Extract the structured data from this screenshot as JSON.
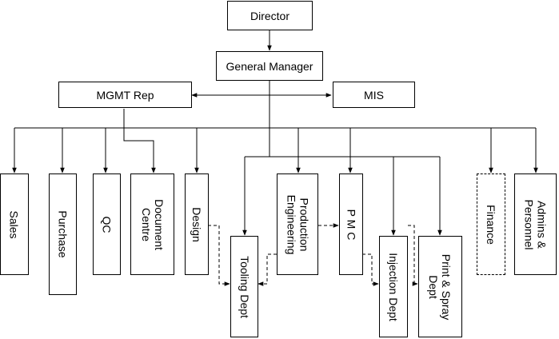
{
  "diagram": {
    "top": {
      "director": "Director",
      "general_manager": "General Manager",
      "mgmt_rep": "MGMT Rep",
      "mis": "MIS"
    },
    "departments": {
      "sales": "Sales",
      "purchase": "Purchase",
      "qc": "QC",
      "document_centre": [
        "Document",
        "Centre"
      ],
      "design": "Design",
      "tooling": "Tooling Dept",
      "production_engineering": [
        "Production",
        "Engineering"
      ],
      "pmc": "P M C",
      "injection": "Injection Dept",
      "print_spray": [
        "Print & Spray",
        "Dept"
      ],
      "finance": "Finance",
      "admins_personnel": [
        "Admins &",
        "Personnel"
      ]
    },
    "styles": {
      "line_color": "#000000",
      "box_fill": "#ffffff",
      "dashed_boxes": [
        "Finance"
      ],
      "dashed_links": [
        "Design → Tooling Dept",
        "Production Engineering → Tooling Dept",
        "Production Engineering → P M C",
        "P M C → Injection Dept",
        "Injection Dept → Print & Spray Dept"
      ]
    }
  }
}
